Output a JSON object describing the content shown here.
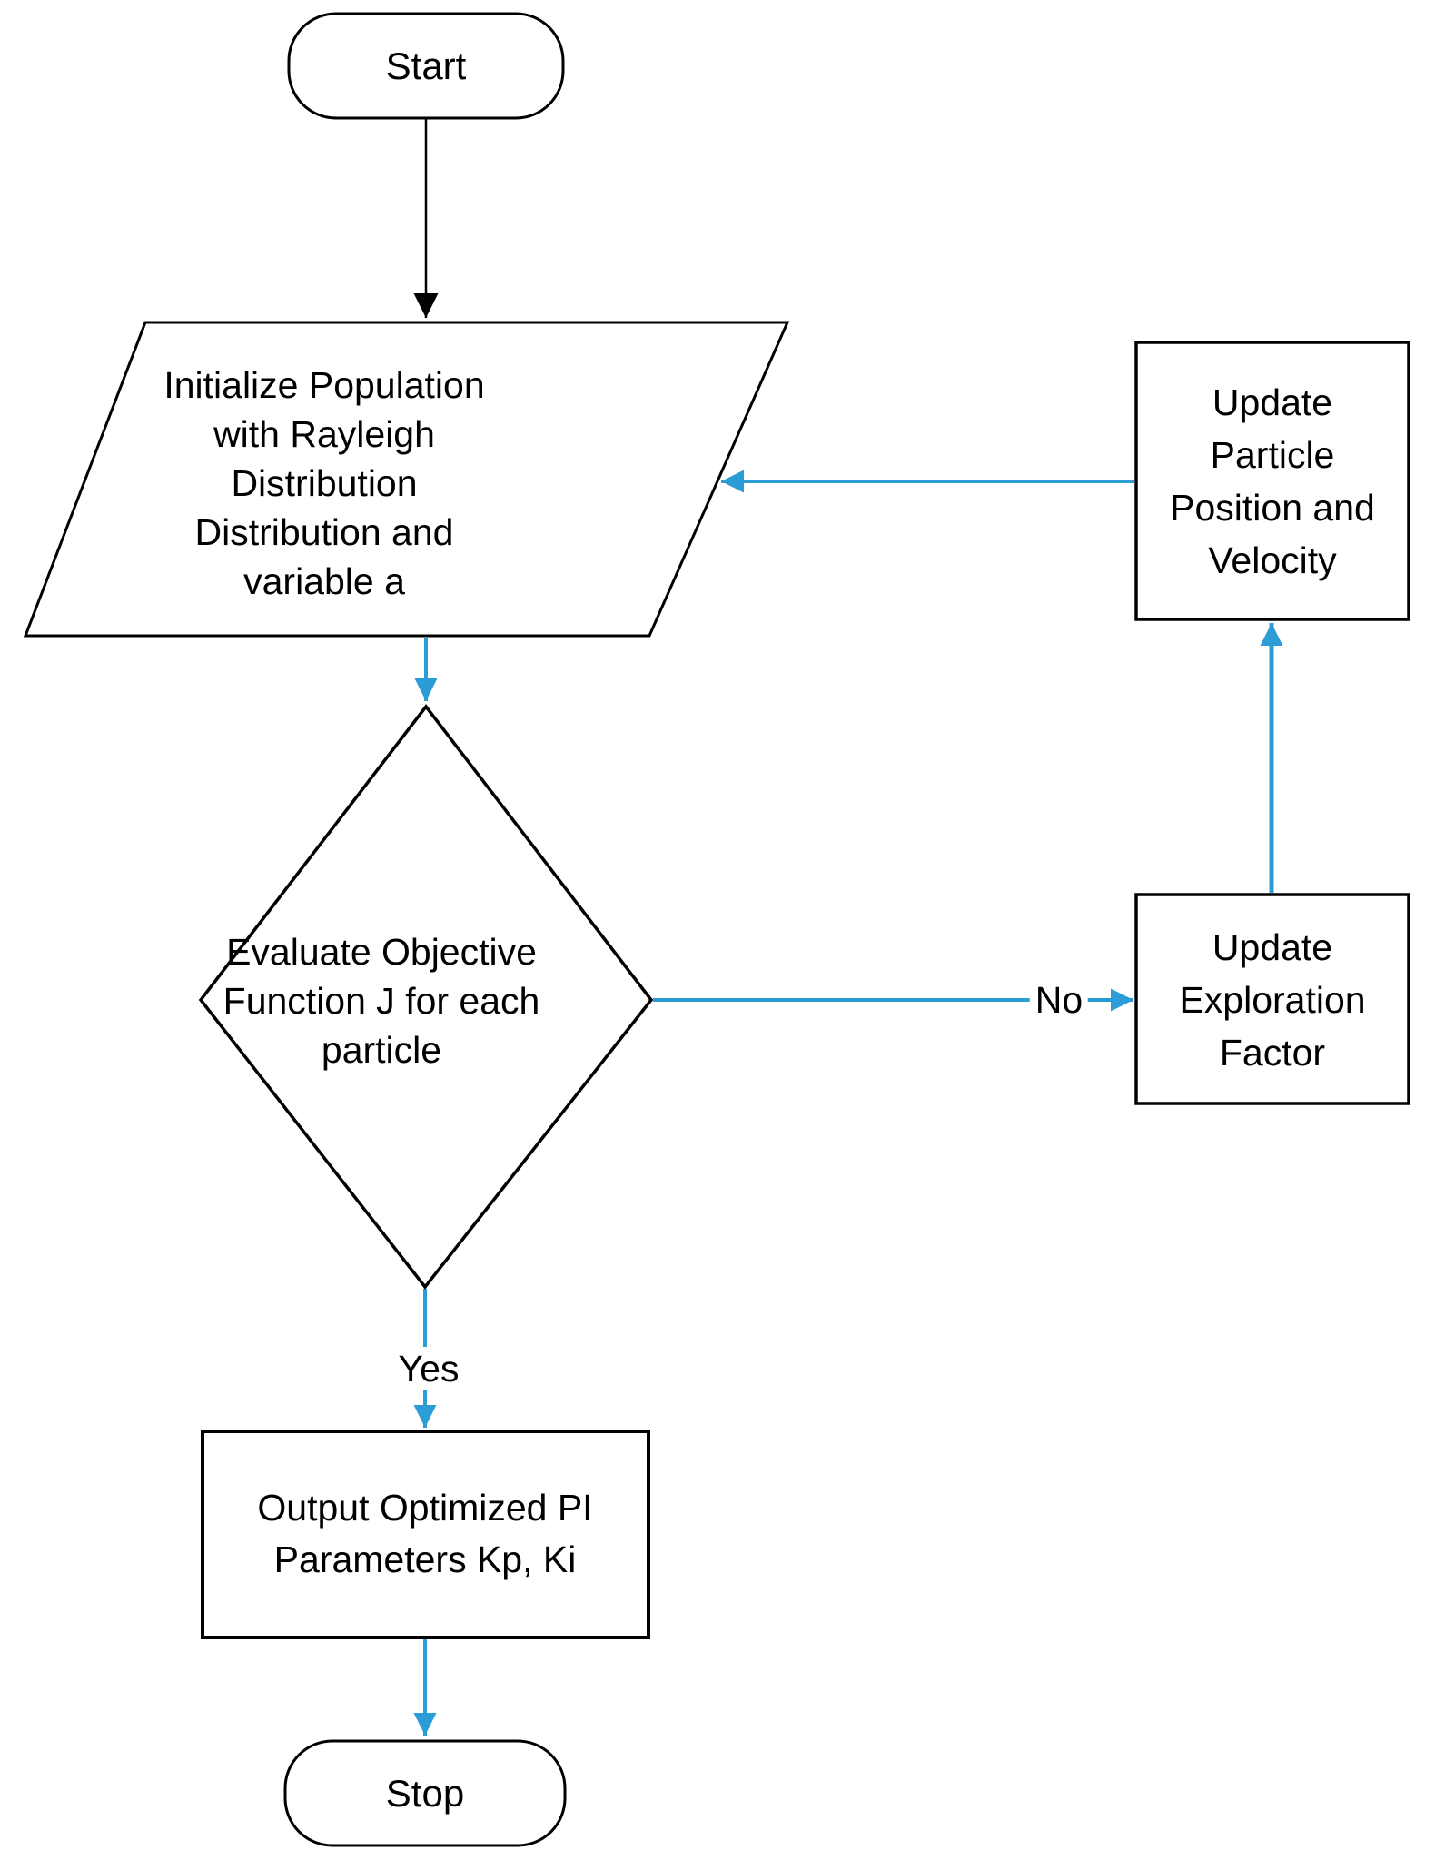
{
  "colors": {
    "connector_blue": "#2B9CD6",
    "shape_stroke": "#000000",
    "text_color": "#000000",
    "background": "#FFFFFF"
  },
  "nodes": {
    "start": {
      "type": "terminator",
      "label": "Start"
    },
    "initialize": {
      "type": "data-parallelogram",
      "lines": [
        "Initialize Population",
        "with Rayleigh",
        "Distribution",
        "Distribution and",
        "variable a"
      ]
    },
    "evaluate": {
      "type": "decision-diamond",
      "lines": [
        "Evaluate Objective",
        "Function J for each",
        "particle"
      ]
    },
    "update_particle": {
      "type": "process-rectangle",
      "lines": [
        "Update",
        "Particle",
        "Position and",
        "Velocity"
      ]
    },
    "update_exploration": {
      "type": "process-rectangle",
      "lines": [
        "Update",
        "Exploration",
        "Factor"
      ]
    },
    "output": {
      "type": "process-rectangle",
      "lines": [
        "Output Optimized PI",
        "Parameters Kp, Ki"
      ]
    },
    "stop": {
      "type": "terminator",
      "label": "Stop"
    }
  },
  "edges": {
    "no_label": "No",
    "yes_label": "Yes"
  }
}
